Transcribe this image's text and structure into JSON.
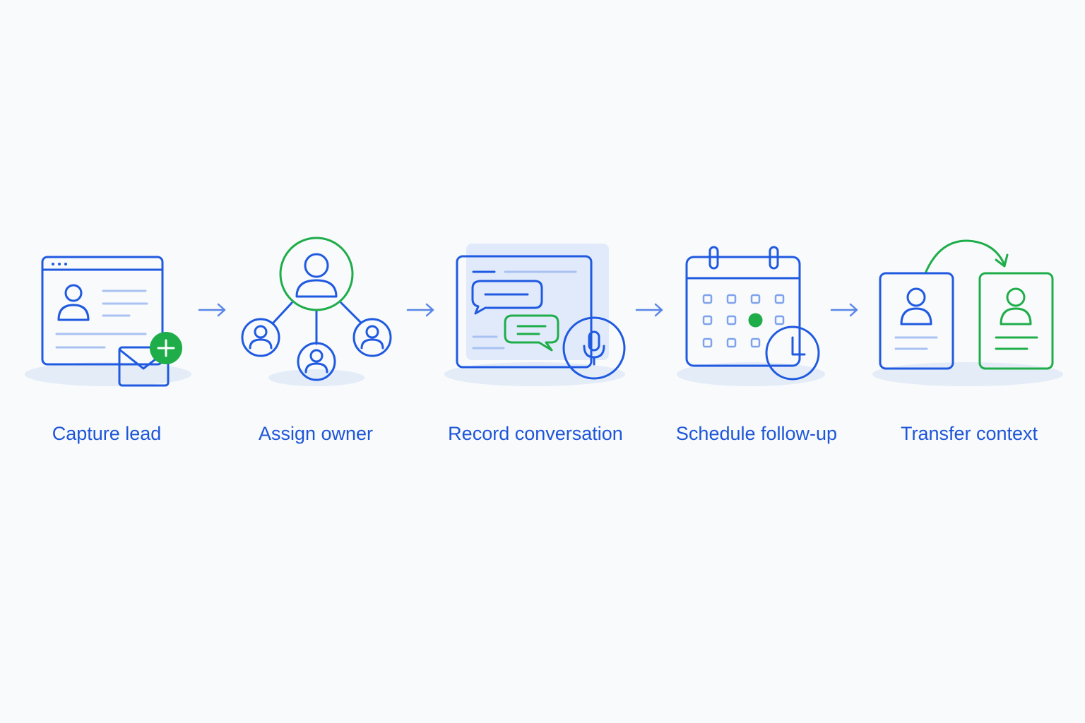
{
  "steps": [
    {
      "label": "Capture lead",
      "icon": "web-form-email-plus-icon"
    },
    {
      "label": "Assign owner",
      "icon": "owner-network-icon"
    },
    {
      "label": "Record conversation",
      "icon": "chat-microphone-icon"
    },
    {
      "label": "Schedule follow-up",
      "icon": "calendar-clock-icon"
    },
    {
      "label": "Transfer context",
      "icon": "contact-card-transfer-icon"
    }
  ],
  "arrows": [
    "arrow-right-icon",
    "arrow-right-icon",
    "arrow-right-icon",
    "arrow-right-icon"
  ],
  "colors": {
    "primary_blue": "#1f5ae0",
    "accent_green": "#1fad4a",
    "light_blue": "#a9c2f2",
    "shadow": "#e4ecf8",
    "background": "#f8fafc"
  }
}
